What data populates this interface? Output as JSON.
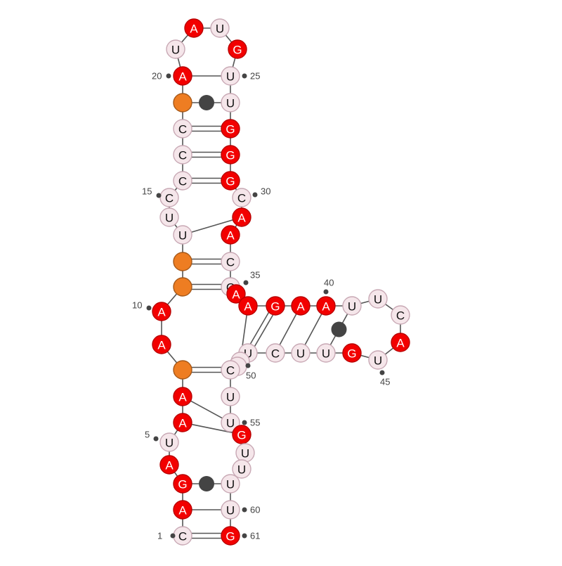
{
  "colors": {
    "red": "#f20000",
    "pale": "#f5e6ea",
    "orange": "#ee7d22",
    "pale_stroke": "#c8a8b4",
    "red_stroke": "#b80000",
    "orange_stroke": "#a65818",
    "line": "#555555",
    "dot": "#444444",
    "text_dark": "#111111",
    "text_light": "#ffffff"
  },
  "sequence": [
    {
      "n": 1,
      "base": "C",
      "color": "pale"
    },
    {
      "n": 2,
      "base": "A",
      "color": "red"
    },
    {
      "n": 3,
      "base": "G",
      "color": "red"
    },
    {
      "n": 4,
      "base": "A",
      "color": "red"
    },
    {
      "n": 5,
      "base": "U",
      "color": "pale"
    },
    {
      "n": 6,
      "base": "A",
      "color": "red"
    },
    {
      "n": 7,
      "base": "A",
      "color": "red"
    },
    {
      "n": 8,
      "base": "",
      "color": "orange"
    },
    {
      "n": 9,
      "base": "A",
      "color": "red"
    },
    {
      "n": 10,
      "base": "A",
      "color": "red"
    },
    {
      "n": 11,
      "base": "",
      "color": "orange"
    },
    {
      "n": 12,
      "base": "",
      "color": "orange"
    },
    {
      "n": 13,
      "base": "U",
      "color": "pale"
    },
    {
      "n": 14,
      "base": "U",
      "color": "pale"
    },
    {
      "n": 15,
      "base": "C",
      "color": "pale"
    },
    {
      "n": 16,
      "base": "C",
      "color": "pale"
    },
    {
      "n": 17,
      "base": "C",
      "color": "pale"
    },
    {
      "n": 18,
      "base": "C",
      "color": "pale"
    },
    {
      "n": 19,
      "base": "",
      "color": "orange"
    },
    {
      "n": 20,
      "base": "A",
      "color": "red"
    },
    {
      "n": 21,
      "base": "U",
      "color": "pale"
    },
    {
      "n": 22,
      "base": "A",
      "color": "red"
    },
    {
      "n": 23,
      "base": "U",
      "color": "pale"
    },
    {
      "n": 24,
      "base": "G",
      "color": "red"
    },
    {
      "n": 25,
      "base": "U",
      "color": "pale"
    },
    {
      "n": 26,
      "base": "U",
      "color": "pale"
    },
    {
      "n": 27,
      "base": "G",
      "color": "red"
    },
    {
      "n": 28,
      "base": "G",
      "color": "red"
    },
    {
      "n": 29,
      "base": "G",
      "color": "red"
    },
    {
      "n": 30,
      "base": "C",
      "color": "pale"
    },
    {
      "n": 31,
      "base": "A",
      "color": "red"
    },
    {
      "n": 32,
      "base": "A",
      "color": "red"
    },
    {
      "n": 33,
      "base": "C",
      "color": "pale"
    },
    {
      "n": 34,
      "base": "C",
      "color": "pale"
    },
    {
      "n": 35,
      "base": "A",
      "color": "red"
    },
    {
      "n": 36,
      "base": "A",
      "color": "red"
    },
    {
      "n": 37,
      "base": "G",
      "color": "red"
    },
    {
      "n": 38,
      "base": "A",
      "color": "red"
    },
    {
      "n": 39,
      "base": "A",
      "color": "red"
    },
    {
      "n": 40,
      "base": "U",
      "color": "pale"
    },
    {
      "n": 41,
      "base": "U",
      "color": "pale"
    },
    {
      "n": 42,
      "base": "C",
      "color": "pale"
    },
    {
      "n": 43,
      "base": "A",
      "color": "red"
    },
    {
      "n": 44,
      "base": "U",
      "color": "pale"
    },
    {
      "n": 45,
      "base": "G",
      "color": "red"
    },
    {
      "n": 46,
      "base": "U",
      "color": "pale"
    },
    {
      "n": 47,
      "base": "U",
      "color": "pale"
    },
    {
      "n": 48,
      "base": "C",
      "color": "pale"
    },
    {
      "n": 49,
      "base": "U",
      "color": "pale"
    },
    {
      "n": 50,
      "base": "C",
      "color": "pale"
    },
    {
      "n": 51,
      "base": "",
      "color": "pale"
    },
    {
      "n": 52,
      "base": "C",
      "color": "pale"
    },
    {
      "n": 53,
      "base": "U",
      "color": "pale"
    },
    {
      "n": 54,
      "base": "U",
      "color": "pale"
    },
    {
      "n": 55,
      "base": "U",
      "color": "pale"
    },
    {
      "n": 56,
      "base": "G",
      "color": "red"
    },
    {
      "n": 57,
      "base": "U",
      "color": "pale"
    },
    {
      "n": 58,
      "base": "U",
      "color": "pale"
    },
    {
      "n": 59,
      "base": "U",
      "color": "pale"
    },
    {
      "n": 60,
      "base": "U",
      "color": "pale"
    },
    {
      "n": 61,
      "base": "G",
      "color": "red"
    }
  ],
  "pairs": [
    {
      "i": 1,
      "j": 61,
      "type": "double"
    },
    {
      "i": 2,
      "j": 60,
      "type": "single"
    },
    {
      "i": 3,
      "j": 59,
      "type": "dot"
    },
    {
      "i": 6,
      "j": 55,
      "type": "single"
    },
    {
      "i": 7,
      "j": 54,
      "type": "single"
    },
    {
      "i": 8,
      "j": 52,
      "type": "double"
    },
    {
      "i": 11,
      "j": 34,
      "type": "double"
    },
    {
      "i": 12,
      "j": 33,
      "type": "double"
    },
    {
      "i": 13,
      "j": 31,
      "type": "single"
    },
    {
      "i": 16,
      "j": 29,
      "type": "double"
    },
    {
      "i": 17,
      "j": 28,
      "type": "double"
    },
    {
      "i": 18,
      "j": 27,
      "type": "double"
    },
    {
      "i": 19,
      "j": 26,
      "type": "dot"
    },
    {
      "i": 20,
      "j": 25,
      "type": "single"
    },
    {
      "i": 36,
      "j": 50,
      "type": "single"
    },
    {
      "i": 37,
      "j": 49,
      "type": "double"
    },
    {
      "i": 38,
      "j": 48,
      "type": "single"
    },
    {
      "i": 39,
      "j": 47,
      "type": "single"
    },
    {
      "i": 40,
      "j": 46,
      "type": "dot"
    }
  ],
  "number_labels": [
    {
      "n": 1,
      "text": "1"
    },
    {
      "n": 5,
      "text": "5"
    },
    {
      "n": 10,
      "text": "10"
    },
    {
      "n": 15,
      "text": "15"
    },
    {
      "n": 20,
      "text": "20"
    },
    {
      "n": 25,
      "text": "25"
    },
    {
      "n": 30,
      "text": "30"
    },
    {
      "n": 35,
      "text": "35"
    },
    {
      "n": 40,
      "text": "40"
    },
    {
      "n": 45,
      "text": "45"
    },
    {
      "n": 50,
      "text": "50"
    },
    {
      "n": 55,
      "text": "55"
    },
    {
      "n": 60,
      "text": "60"
    },
    {
      "n": 61,
      "text": "61"
    }
  ]
}
